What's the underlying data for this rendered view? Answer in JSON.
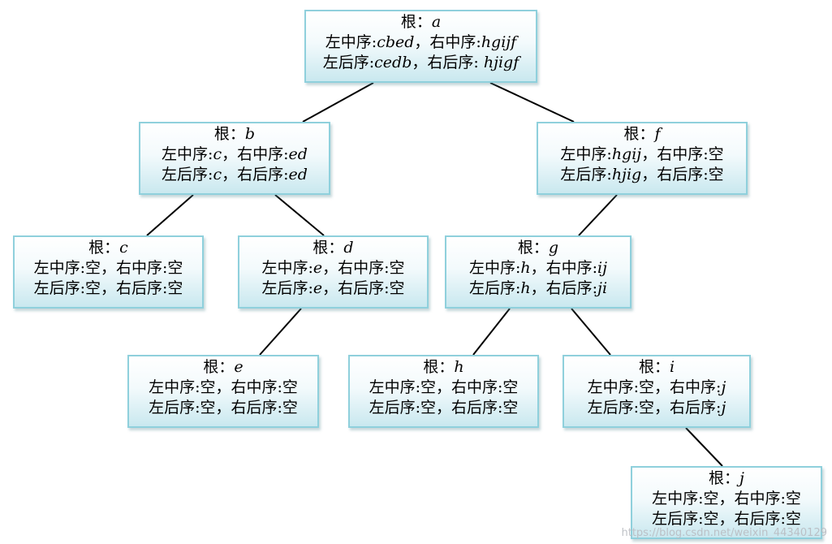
{
  "nodes": {
    "a": {
      "root_label": "根：",
      "root": "a",
      "l1_label": "左中序:",
      "l1": "cbed",
      "r1_label": "，右中序:",
      "r1": "hgijf",
      "l2_label": "左后序:",
      "l2": "cedb",
      "r2_label": "，右后序: ",
      "r2": "hjigf"
    },
    "b": {
      "root_label": "根：",
      "root": "b",
      "l1_label": "左中序:",
      "l1": "c",
      "r1_label": "，右中序:",
      "r1": "ed",
      "l2_label": "左后序:",
      "l2": "c",
      "r2_label": "，右后序:",
      "r2": "ed"
    },
    "f": {
      "root_label": "根：",
      "root": "f",
      "l1_label": "左中序:",
      "l1": "hgij",
      "r1_label": "，右中序:空",
      "r1": "",
      "l2_label": "左后序:",
      "l2": "hjig",
      "r2_label": "，右后序:空",
      "r2": ""
    },
    "c": {
      "root_label": "根：",
      "root": "c",
      "l1_label": "左中序:空",
      "l1": "",
      "r1_label": "，右中序:空",
      "r1": "",
      "l2_label": "左后序:空",
      "l2": "",
      "r2_label": "，右后序:空",
      "r2": ""
    },
    "d": {
      "root_label": "根：",
      "root": "d",
      "l1_label": "左中序:",
      "l1": "e",
      "r1_label": "，右中序:空",
      "r1": "",
      "l2_label": "左后序:",
      "l2": "e",
      "r2_label": "，右后序:空",
      "r2": ""
    },
    "g": {
      "root_label": "根：",
      "root": "g",
      "l1_label": "左中序:",
      "l1": "h",
      "r1_label": "，右中序:",
      "r1": "ij",
      "l2_label": "左后序:",
      "l2": "h",
      "r2_label": "，右后序:",
      "r2": "ji"
    },
    "e": {
      "root_label": "根：",
      "root": "e",
      "l1_label": "左中序:空",
      "l1": "",
      "r1_label": "，右中序:空",
      "r1": "",
      "l2_label": "左后序:空",
      "l2": "",
      "r2_label": "，右后序:空",
      "r2": ""
    },
    "h": {
      "root_label": "根：",
      "root": "h",
      "l1_label": "左中序:空",
      "l1": "",
      "r1_label": "，右中序:空",
      "r1": "",
      "l2_label": "左后序:空",
      "l2": "",
      "r2_label": "，右后序:空",
      "r2": ""
    },
    "i": {
      "root_label": "根：",
      "root": "i",
      "l1_label": "左中序:空",
      "l1": "",
      "r1_label": "，右中序:",
      "r1": "j",
      "l2_label": "左后序:空",
      "l2": "",
      "r2_label": "，右后序:",
      "r2": "j"
    },
    "j": {
      "root_label": "根：",
      "root": "j",
      "l1_label": "左中序:空",
      "l1": "",
      "r1_label": "，右中序:空",
      "r1": "",
      "l2_label": "左后序:空",
      "l2": "",
      "r2_label": "，右后序:空",
      "r2": ""
    }
  },
  "edges": [
    [
      "a",
      "b"
    ],
    [
      "a",
      "f"
    ],
    [
      "b",
      "c"
    ],
    [
      "b",
      "d"
    ],
    [
      "d",
      "e"
    ],
    [
      "f",
      "g"
    ],
    [
      "g",
      "h"
    ],
    [
      "g",
      "i"
    ],
    [
      "i",
      "j"
    ]
  ],
  "colors": {
    "node_border": "#8fd0dc",
    "node_fill_bottom": "#c9e8ef",
    "edge": "#000000"
  },
  "watermark": "https://blog.csdn.net/weixin_44340129"
}
